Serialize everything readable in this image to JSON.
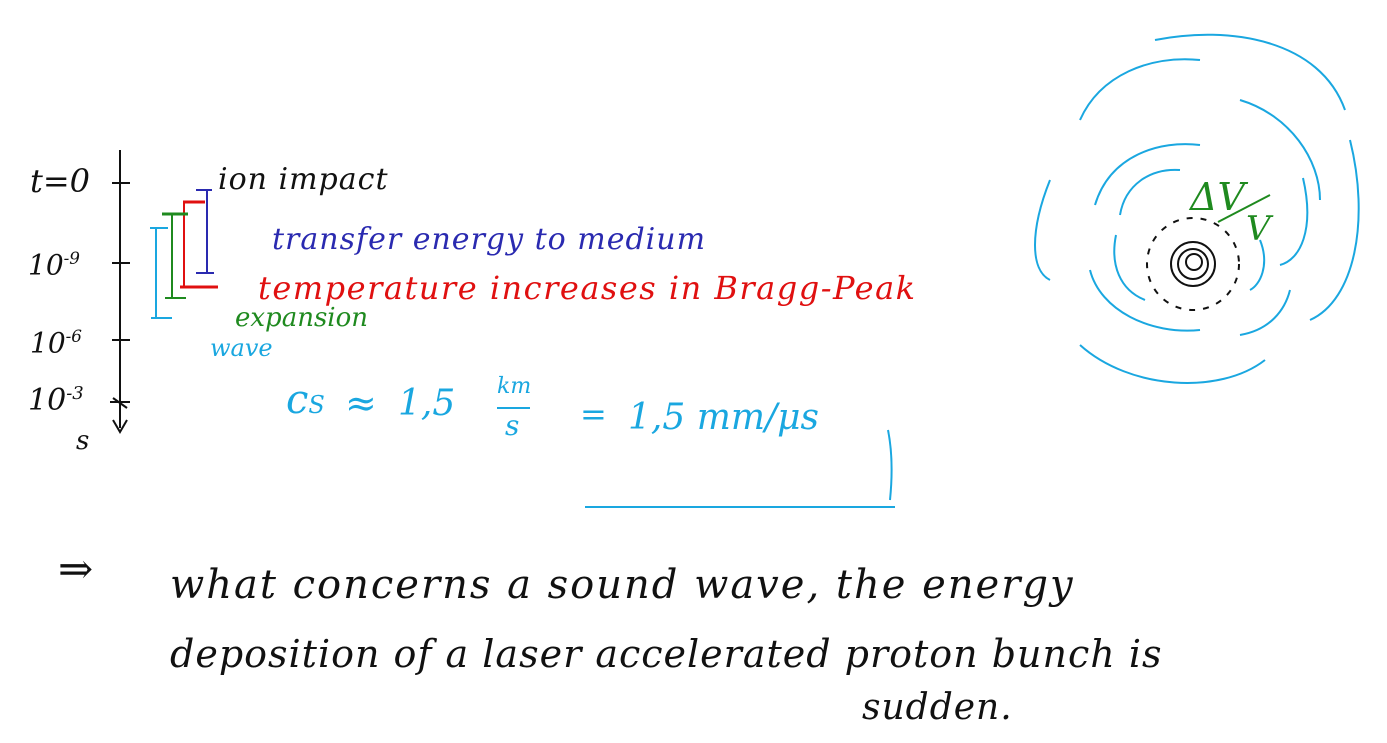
{
  "timeline": {
    "labels": {
      "t0": "t=0",
      "t1": "10",
      "t1_exp": "-9",
      "t2": "10",
      "t2_exp": "-6",
      "t3": "10",
      "t3_exp": "-3",
      "unit": "s"
    }
  },
  "events": {
    "ion_impact": "ion impact",
    "transfer": "transfer energy to medium",
    "temperature": "temperature increases in Bragg-Peak",
    "expansion": "expansion",
    "wave": "wave"
  },
  "formula": {
    "lhs": "c",
    "lhs_sub": "S",
    "approx": "≈",
    "value": "1,5",
    "frac_num": "km",
    "frac_den": "s",
    "equals": "=",
    "result": "1,5 mm/μs"
  },
  "diagram": {
    "label_num": "ΔV",
    "label_den": "V"
  },
  "conclusion": {
    "arrow": "⇒",
    "line1": "what concerns a sound wave, the energy",
    "line2": "deposition of a laser accelerated proton bunch is",
    "line3": "sudden."
  },
  "colors": {
    "ink": "#111111",
    "blue": "#2a2ab0",
    "red": "#e01010",
    "green": "#1f8a1f",
    "cyan": "#1aa7e0"
  }
}
